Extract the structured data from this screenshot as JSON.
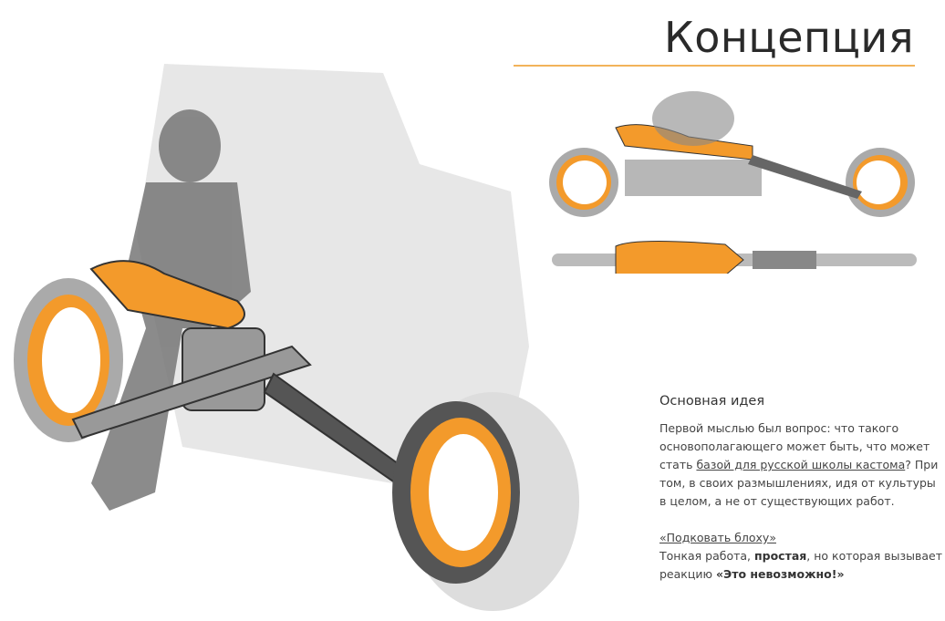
{
  "header": {
    "title": "Концепция"
  },
  "idea": {
    "heading": "Основная идея",
    "p1_a": "Первой мыслью был вопрос: что такого основополагающего может быть, что может стать ",
    "p1_link": "базой для русской школы кастома",
    "p1_b": "? При том, в своих размышлениях, идя от культуры в целом, а не от существующих работ.",
    "quote_title": "«Подковать блоху»",
    "p2_a": "Тонкая работа, ",
    "p2_bold": "простая",
    "p2_b": ", но которая вызывает реакцию ",
    "p2_bold2": "«Это невозможно!»"
  },
  "colors": {
    "accent": "#f2b35a",
    "orange": "#f39a2b",
    "gray": "#888888"
  }
}
